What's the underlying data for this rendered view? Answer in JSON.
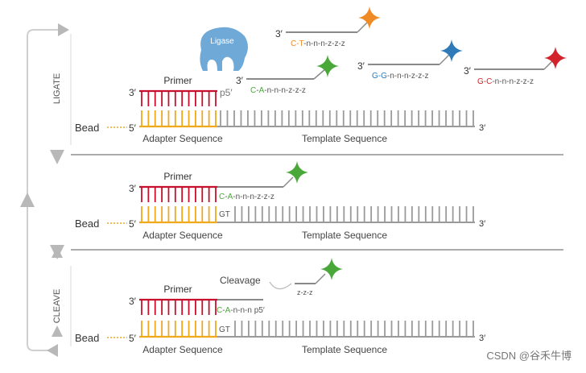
{
  "colors": {
    "primer_red": "#c8102e",
    "adapter_yellow": "#f0a81c",
    "template_gray": "#9a9a9a",
    "ligase_blue": "#6fa9d8",
    "probe_green": "#4aa83a",
    "probe_orange": "#f08a24",
    "probe_blue": "#2f7ab8",
    "probe_red": "#d2232a",
    "arrow_gray": "#b8b8b8",
    "text_gray": "#555555"
  },
  "side": {
    "ligate": "LIGATE",
    "cleave": "CLEAVE"
  },
  "panel1": {
    "ligase": "Ligase",
    "primer": "Primer",
    "primer_3": "3′",
    "p5": "p5′",
    "bead": "Bead",
    "bead_5": "5′",
    "template_3": "3′",
    "adapter": "Adapter Sequence",
    "template": "Template Sequence",
    "probe_main_3": "3′",
    "probe_main_c": "C",
    "probe_main_dash": "-",
    "probe_main_a": "A",
    "probe_main_rest": "-n-n-n-z-z-z",
    "probe_ct_3": "3′",
    "probe_ct_bases": "C-T",
    "probe_ct_rest": "-n-n-n-z-z-z",
    "probe_gg_3": "3′",
    "probe_gg_bases": "G-G",
    "probe_gg_rest": "-n-n-n-z-z-z",
    "probe_gc_3": "3′",
    "probe_gc_bases": "G-C",
    "probe_gc_rest": "-n-n-n-z-z-z"
  },
  "panel2": {
    "primer": "Primer",
    "primer_3": "3′",
    "probe_c": "C",
    "probe_dash": "-",
    "probe_a": "A",
    "probe_rest": "-n-n-n-z-z-z",
    "gt": "GT",
    "bead": "Bead",
    "bead_5": "5′",
    "template_3": "3′",
    "adapter": "Adapter Sequence",
    "template": "Template Sequence"
  },
  "panel3": {
    "primer": "Primer",
    "primer_3": "3′",
    "cleavage": "Cleavage",
    "zzz": "z-z-z",
    "probe_c": "C",
    "probe_dash": "-",
    "probe_a": "A",
    "probe_rest": "-n-n-n p5′",
    "gt": "GT",
    "bead": "Bead",
    "bead_5": "5′",
    "template_3": "3′",
    "adapter": "Adapter Sequence",
    "template": "Template Sequence"
  },
  "watermark": "CSDN @谷禾牛博"
}
